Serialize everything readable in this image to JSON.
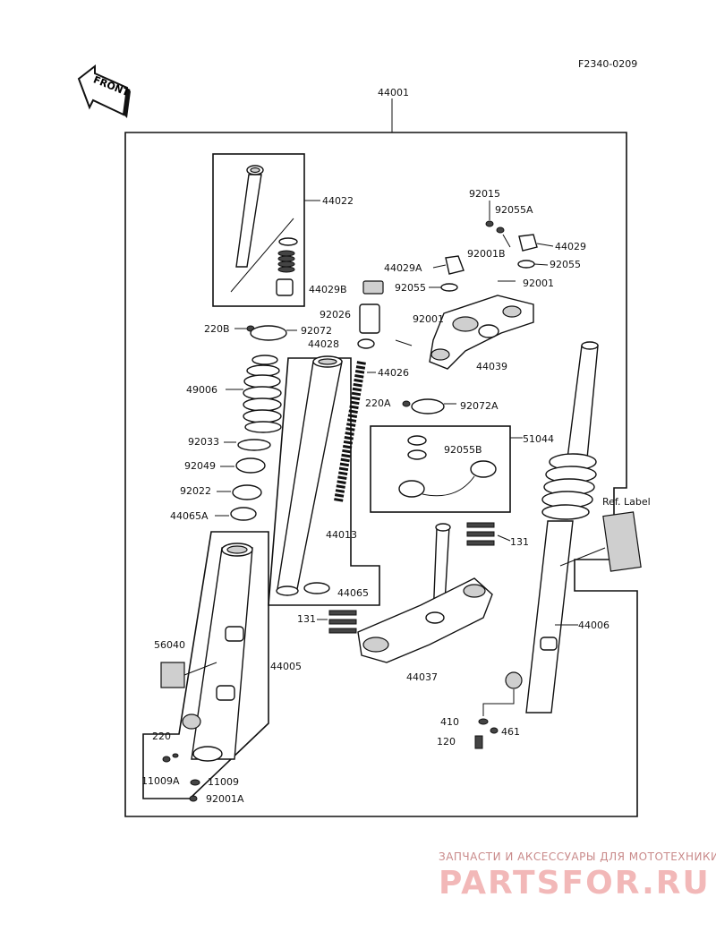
{
  "diagram": {
    "code": "F2340-0209",
    "front_label": "FRONT",
    "ref_label": "Ref. Label",
    "parts": {
      "p44001": "44001",
      "p44022": "44022",
      "p92015": "92015",
      "p92055A": "92055A",
      "p92001B": "92001B",
      "p44029": "44029",
      "p44029A": "44029A",
      "p92055_a": "92055",
      "p92055_b": "92055",
      "p44029B": "44029B",
      "p92001_a": "92001",
      "p92001_b": "92001",
      "p92026": "92026",
      "p220B": "220B",
      "p92072": "92072",
      "p44028": "44028",
      "p44039": "44039",
      "p49006": "49006",
      "p44026": "44026",
      "p220A": "220A",
      "p92072A": "92072A",
      "p51044": "51044",
      "p92055B": "92055B",
      "p92033": "92033",
      "p92049": "92049",
      "p92022": "92022",
      "p44065A": "44065A",
      "p44013": "44013",
      "p131_a": "131",
      "p131_b": "131",
      "p44065": "44065",
      "p44006": "44006",
      "p56040": "56040",
      "p44005": "44005",
      "p44037": "44037",
      "p410": "410",
      "p461": "461",
      "p120": "120",
      "p220": "220",
      "p11009A": "11009A",
      "p11009": "11009",
      "p92001A": "92001A"
    }
  },
  "watermark": {
    "tagline": "ЗАПЧАСТИ И АКСЕССУАРЫ ДЛЯ МОТОТЕХНИКИ",
    "brand": "PARTSFOR.RU"
  }
}
